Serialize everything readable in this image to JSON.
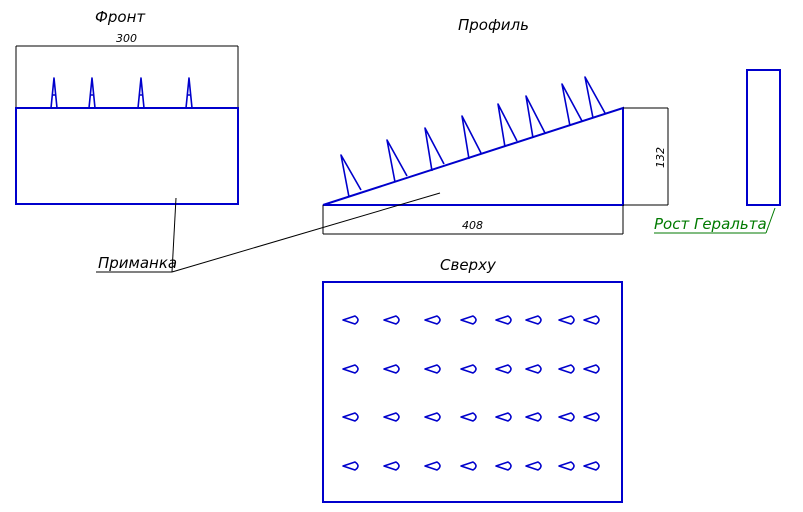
{
  "views": {
    "front_label": "Фронт",
    "profile_label": "Профиль",
    "top_label": "Сверху"
  },
  "dimensions": {
    "front_width": "300",
    "profile_length": "408",
    "profile_height": "132"
  },
  "callouts": {
    "bait": "Приманка",
    "geralt_height": "Рост Геральта"
  },
  "colors": {
    "outline": "#0000cc",
    "dimension": "#000000",
    "geralt_label": "#007a00"
  },
  "top_view": {
    "rows": 4,
    "columns": 8
  }
}
